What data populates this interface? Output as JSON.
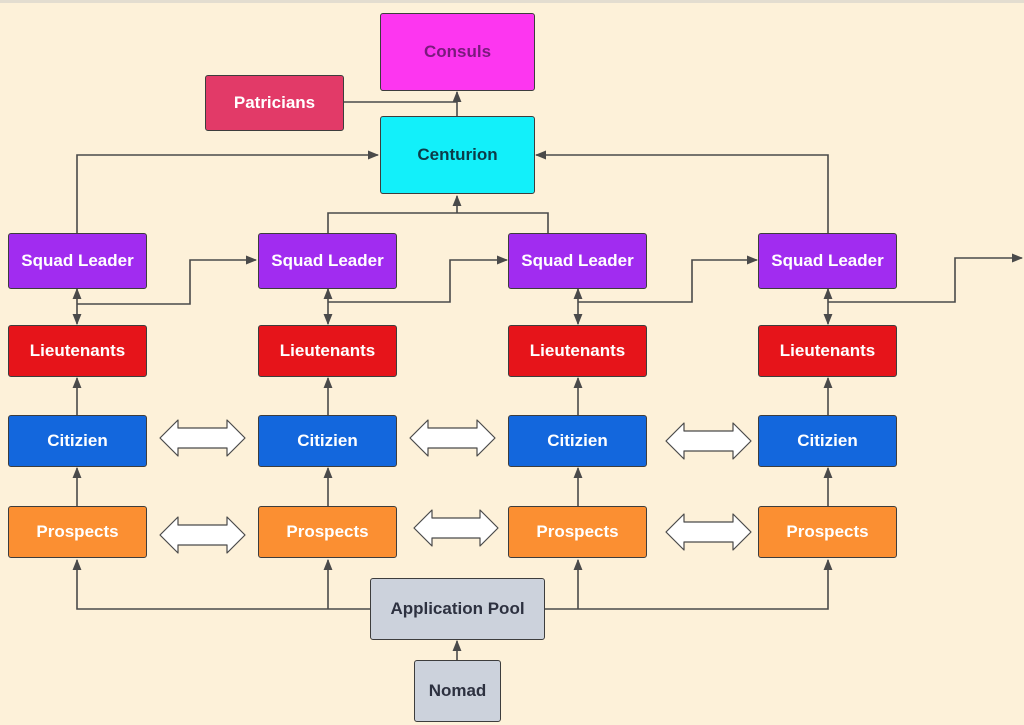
{
  "diagram": {
    "title_nodes": {
      "consuls": {
        "label": "Consuls",
        "color": "#fd36f0"
      },
      "patricians": {
        "label": "Patricians",
        "color": "#e23a68"
      },
      "centurion": {
        "label": "Centurion",
        "color": "#12f0fa"
      },
      "application_pool": {
        "label": "Application Pool",
        "color": "#ccd2dc"
      },
      "nomad": {
        "label": "Nomad",
        "color": "#ccd2dc"
      }
    },
    "columns": [
      {
        "squad_leader": "Squad Leader",
        "lieutenants": "Lieutenants",
        "citizen": "Citizien",
        "prospects": "Prospects"
      },
      {
        "squad_leader": "Squad Leader",
        "lieutenants": "Lieutenants",
        "citizen": "Citizien",
        "prospects": "Prospects"
      },
      {
        "squad_leader": "Squad Leader",
        "lieutenants": "Lieutenants",
        "citizen": "Citizien",
        "prospects": "Prospects"
      },
      {
        "squad_leader": "Squad Leader",
        "lieutenants": "Lieutenants",
        "citizen": "Citizien",
        "prospects": "Prospects"
      }
    ],
    "colors": {
      "squad_leader": "#a12cf0",
      "lieutenants": "#e6141a",
      "citizen": "#1367dd",
      "prospects": "#fb8f32",
      "background": "#fdf1d9",
      "connector": "#4a4a4a"
    }
  }
}
